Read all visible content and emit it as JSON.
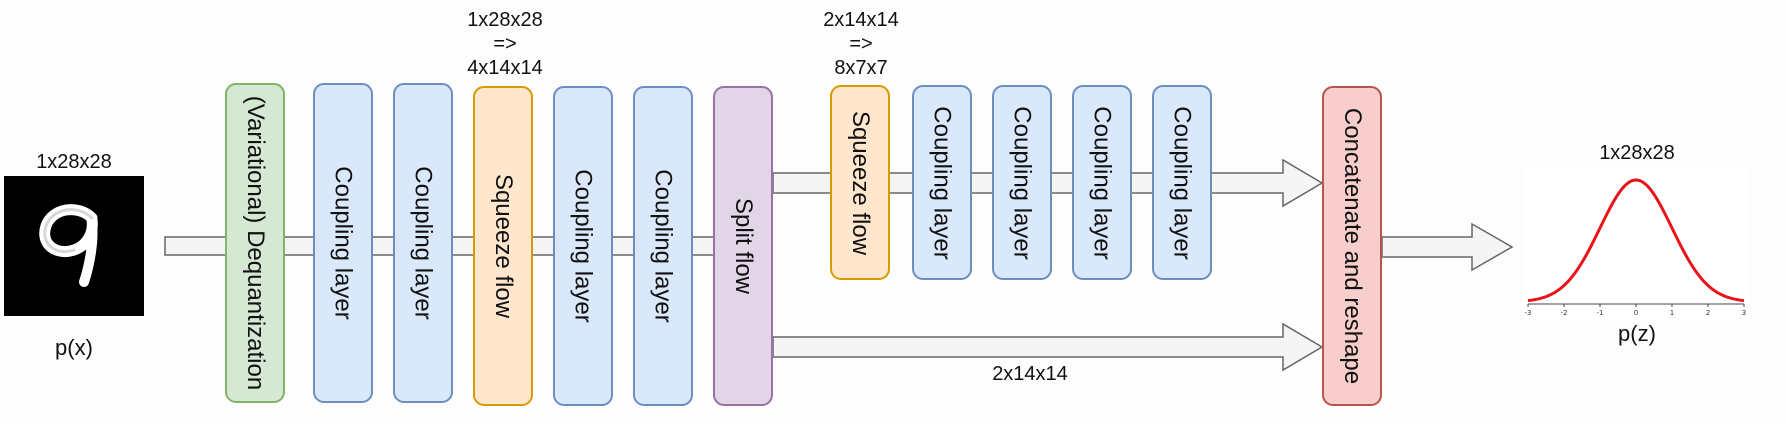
{
  "input": {
    "shape_label": "1x28x28",
    "prob_label": "p(x)"
  },
  "output": {
    "shape_label": "1x28x28",
    "prob_label": "p(z)",
    "curve_color": "#e8141b",
    "axis_ticks": [
      "-3",
      "-2",
      "-1",
      "0",
      "1",
      "2",
      "3"
    ]
  },
  "blocks": [
    {
      "label": "(Variational) Dequantization",
      "kind": "dequant"
    },
    {
      "label": "Coupling layer",
      "kind": "coupling"
    },
    {
      "label": "Coupling layer",
      "kind": "coupling"
    },
    {
      "label": "Squeeze flow",
      "kind": "squeeze"
    },
    {
      "label": "Coupling layer",
      "kind": "coupling"
    },
    {
      "label": "Coupling layer",
      "kind": "coupling"
    },
    {
      "label": "Split flow",
      "kind": "split"
    },
    {
      "label": "Squeeze flow",
      "kind": "squeeze"
    },
    {
      "label": "Coupling layer",
      "kind": "coupling"
    },
    {
      "label": "Coupling layer",
      "kind": "coupling"
    },
    {
      "label": "Coupling layer",
      "kind": "coupling"
    },
    {
      "label": "Coupling layer",
      "kind": "coupling"
    },
    {
      "label": "Concatenate and reshape",
      "kind": "concat"
    }
  ],
  "annotations": {
    "squeeze1": [
      "1x28x28",
      "=>",
      "4x14x14"
    ],
    "squeeze2": [
      "2x14x14",
      "=>",
      "8x7x7"
    ],
    "split_bypass": "2x14x14"
  },
  "colors": {
    "coupling_fill": "#dae8fc",
    "coupling_border": "#6c8ebf",
    "dequant_fill": "#d5e8d4",
    "dequant_border": "#82b366",
    "squeeze_fill": "#ffe6cc",
    "squeeze_border": "#d79b00",
    "split_fill": "#e1d5e7",
    "split_border": "#9673a6",
    "concat_fill": "#f8cecc",
    "concat_border": "#b85450",
    "arrow_fill": "#f5f5f5",
    "arrow_stroke": "#666666"
  }
}
